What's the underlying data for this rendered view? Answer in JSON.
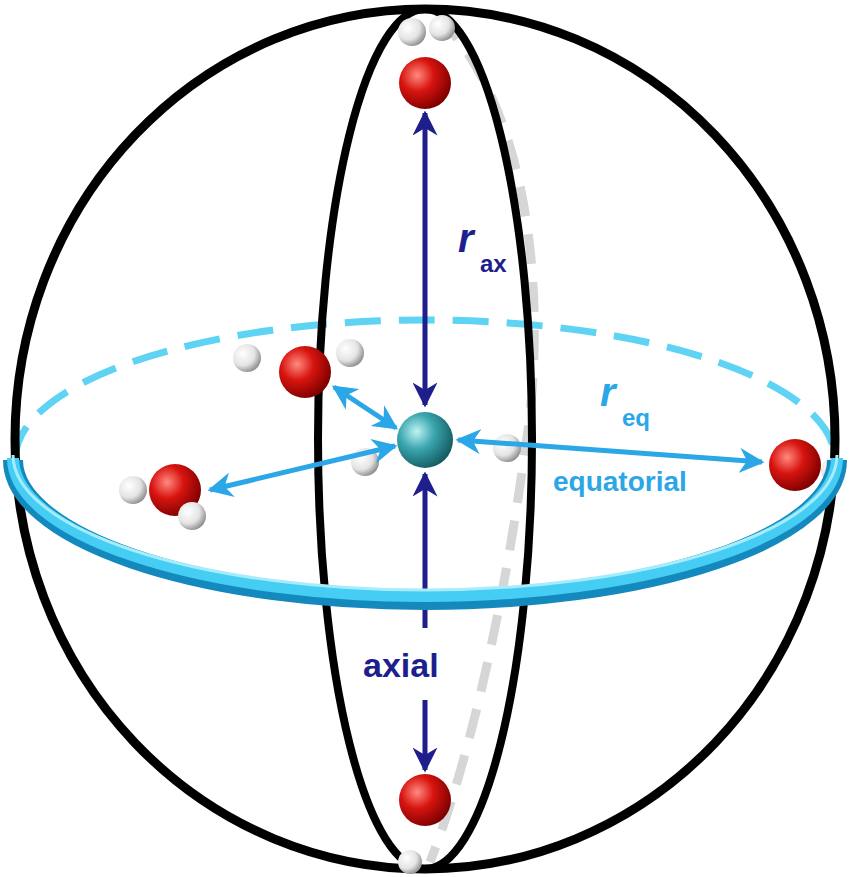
{
  "diagram": {
    "labels": [
      "r",
      "ax",
      "r",
      "eq",
      "equatorial",
      "axial"
    ]
  }
}
